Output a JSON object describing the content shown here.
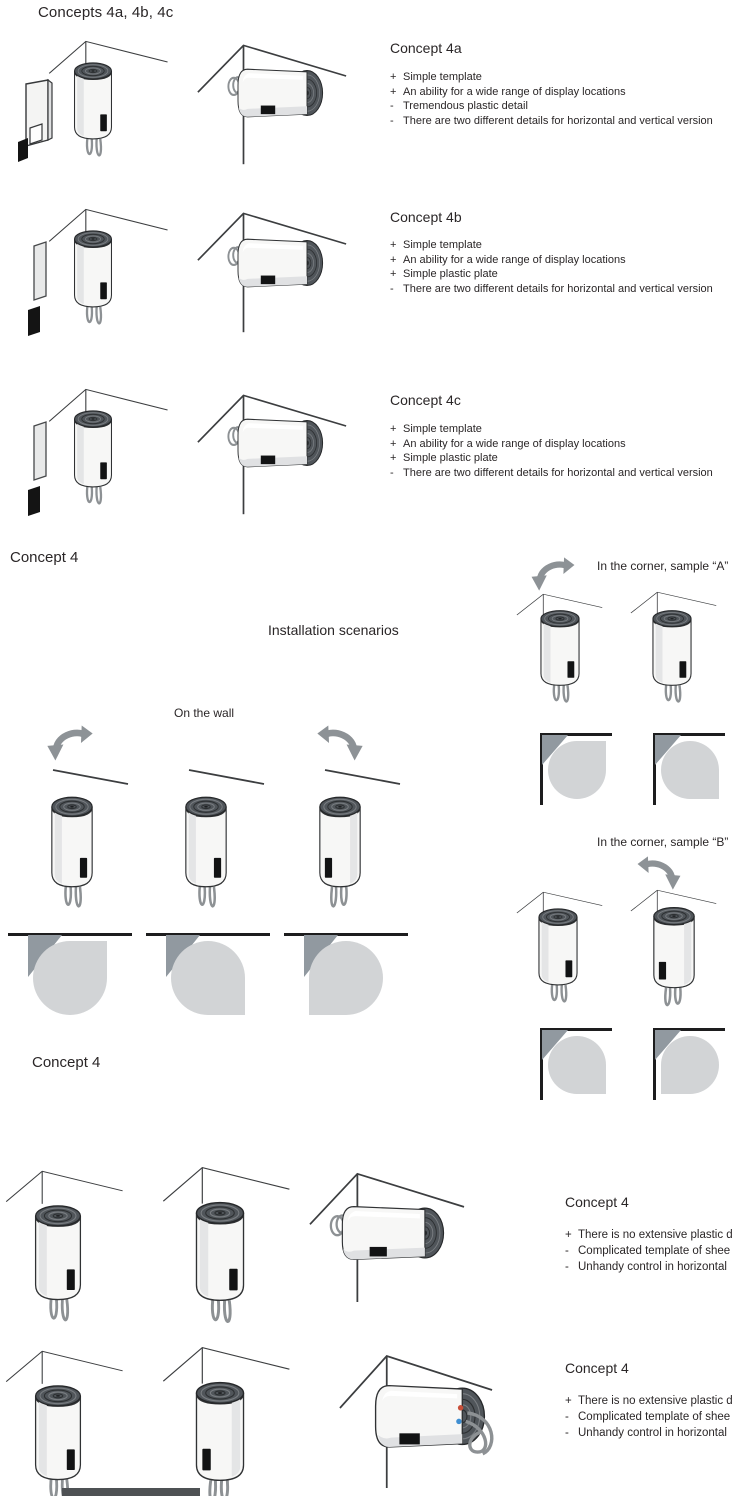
{
  "page": {
    "title": "Concepts 4a, 4b, 4c"
  },
  "concepts_top": [
    {
      "heading": "Concept 4a",
      "bullets": [
        {
          "s": "+",
          "t": "Simple template"
        },
        {
          "s": "+",
          "t": "An ability for a wide range of display locations"
        },
        {
          "s": "-",
          "t": "Tremendous plastic detail"
        },
        {
          "s": "-",
          "t": "There are two different details for horizontal and vertical version"
        }
      ]
    },
    {
      "heading": "Concept 4b",
      "bullets": [
        {
          "s": "+",
          "t": "Simple template"
        },
        {
          "s": "+",
          "t": "An ability for a wide range of display locations"
        },
        {
          "s": "+",
          "t": "Simple plastic plate"
        },
        {
          "s": "-",
          "t": "There are two different details for horizontal and vertical version"
        }
      ]
    },
    {
      "heading": "Concept 4c",
      "bullets": [
        {
          "s": "+",
          "t": "Simple template"
        },
        {
          "s": "+",
          "t": "An ability for a wide range of display locations"
        },
        {
          "s": "+",
          "t": "Simple plastic plate"
        },
        {
          "s": "-",
          "t": "There are two different details for horizontal and vertical version"
        }
      ]
    }
  ],
  "installation": {
    "heading": "Concept 4",
    "subtitle": "Installation scenarios",
    "on_wall_label": "On the wall",
    "corner_a_label": "In the corner, sample “A”",
    "corner_b_label": "In the corner, sample “B”",
    "heading_2": "Concept 4"
  },
  "concepts_bottom": [
    {
      "heading": "Concept 4",
      "bullets": [
        {
          "s": "+",
          "t": "There is no extensive plastic d"
        },
        {
          "s": "-",
          "t": "Complicated template of shee"
        },
        {
          "s": "-",
          "t": "Unhandy control in horizontal"
        }
      ]
    },
    {
      "heading": "Concept 4",
      "bullets": [
        {
          "s": "+",
          "t": "There is no extensive plastic d"
        },
        {
          "s": "-",
          "t": "Complicated template of shee"
        },
        {
          "s": "-",
          "t": "Unhandy control in horizontal"
        }
      ]
    }
  ],
  "colors": {
    "text": "#2a2627",
    "outline": "#303234",
    "coil_dark": "#50555a",
    "body_light": "#f7f7f6",
    "cable_gray": "#8d9194",
    "arrow_gray": "#8d9296",
    "footprint_shape": "#d2d4d6",
    "bracket_wedge": "#9199a0",
    "hot_dot": "#c9503a",
    "cold_dot": "#3f8fd2"
  }
}
